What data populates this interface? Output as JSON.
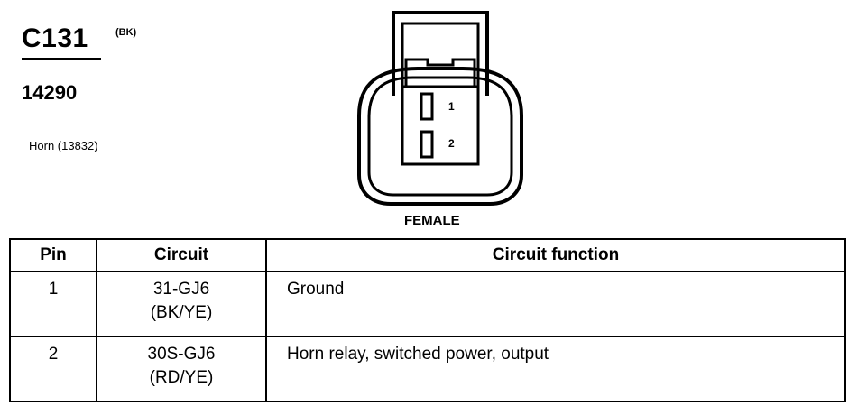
{
  "connector": {
    "id": "C131",
    "color_code": "(BK)",
    "part_number": "14290",
    "component": "Horn (13832)"
  },
  "diagram": {
    "pins": [
      "1",
      "2"
    ],
    "gender": "FEMALE"
  },
  "table": {
    "headers": [
      "Pin",
      "Circuit",
      "Circuit function"
    ],
    "rows": [
      {
        "pin": "1",
        "circuit": "31-GJ6",
        "wire_color": "(BK/YE)",
        "function": "Ground"
      },
      {
        "pin": "2",
        "circuit": "30S-GJ6",
        "wire_color": "(RD/YE)",
        "function": "Horn relay, switched power, output"
      }
    ]
  }
}
